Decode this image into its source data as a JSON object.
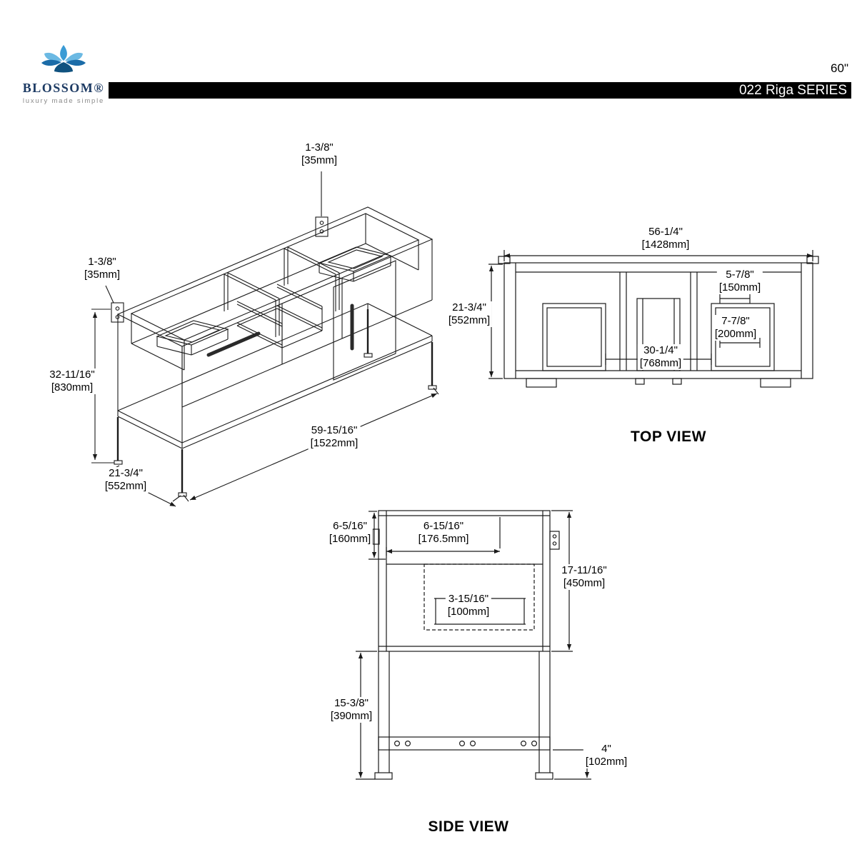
{
  "header": {
    "brand": "BLOSSOM®",
    "tagline": "luxury made simple",
    "size": "60\"",
    "series": "022 Riga SERIES"
  },
  "iso_view": {
    "dims": {
      "top_thickness": {
        "in": "1-3/8\"",
        "mm": "[35mm]"
      },
      "side_thickness": {
        "in": "1-3/8\"",
        "mm": "[35mm]"
      },
      "height": {
        "in": "32-11/16\"",
        "mm": "[830mm]"
      },
      "width": {
        "in": "59-15/16\"",
        "mm": "[1522mm]"
      },
      "depth": {
        "in": "21-3/4\"",
        "mm": "[552mm]"
      }
    }
  },
  "top_view": {
    "title": "TOP VIEW",
    "dims": {
      "width": {
        "in": "56-1/4\"",
        "mm": "[1428mm]"
      },
      "depth": {
        "in": "21-3/4\"",
        "mm": "[552mm]"
      },
      "sink_offset": {
        "in": "5-7/8\"",
        "mm": "[150mm]"
      },
      "sink_depth": {
        "in": "7-7/8\"",
        "mm": "[200mm]"
      },
      "center_span": {
        "in": "30-1/4\"",
        "mm": "[768mm]"
      }
    }
  },
  "side_view": {
    "title": "SIDE VIEW",
    "dims": {
      "top_height": {
        "in": "6-5/16\"",
        "mm": "[160mm]"
      },
      "top_depth": {
        "in": "6-15/16\"",
        "mm": "[176.5mm]"
      },
      "cabinet_height": {
        "in": "17-11/16\"",
        "mm": "[450mm]"
      },
      "drawer_height": {
        "in": "3-15/16\"",
        "mm": "[100mm]"
      },
      "leg_height": {
        "in": "15-3/8\"",
        "mm": "[390mm]"
      },
      "foot_height": {
        "in": "4\"",
        "mm": "[102mm]"
      }
    }
  }
}
